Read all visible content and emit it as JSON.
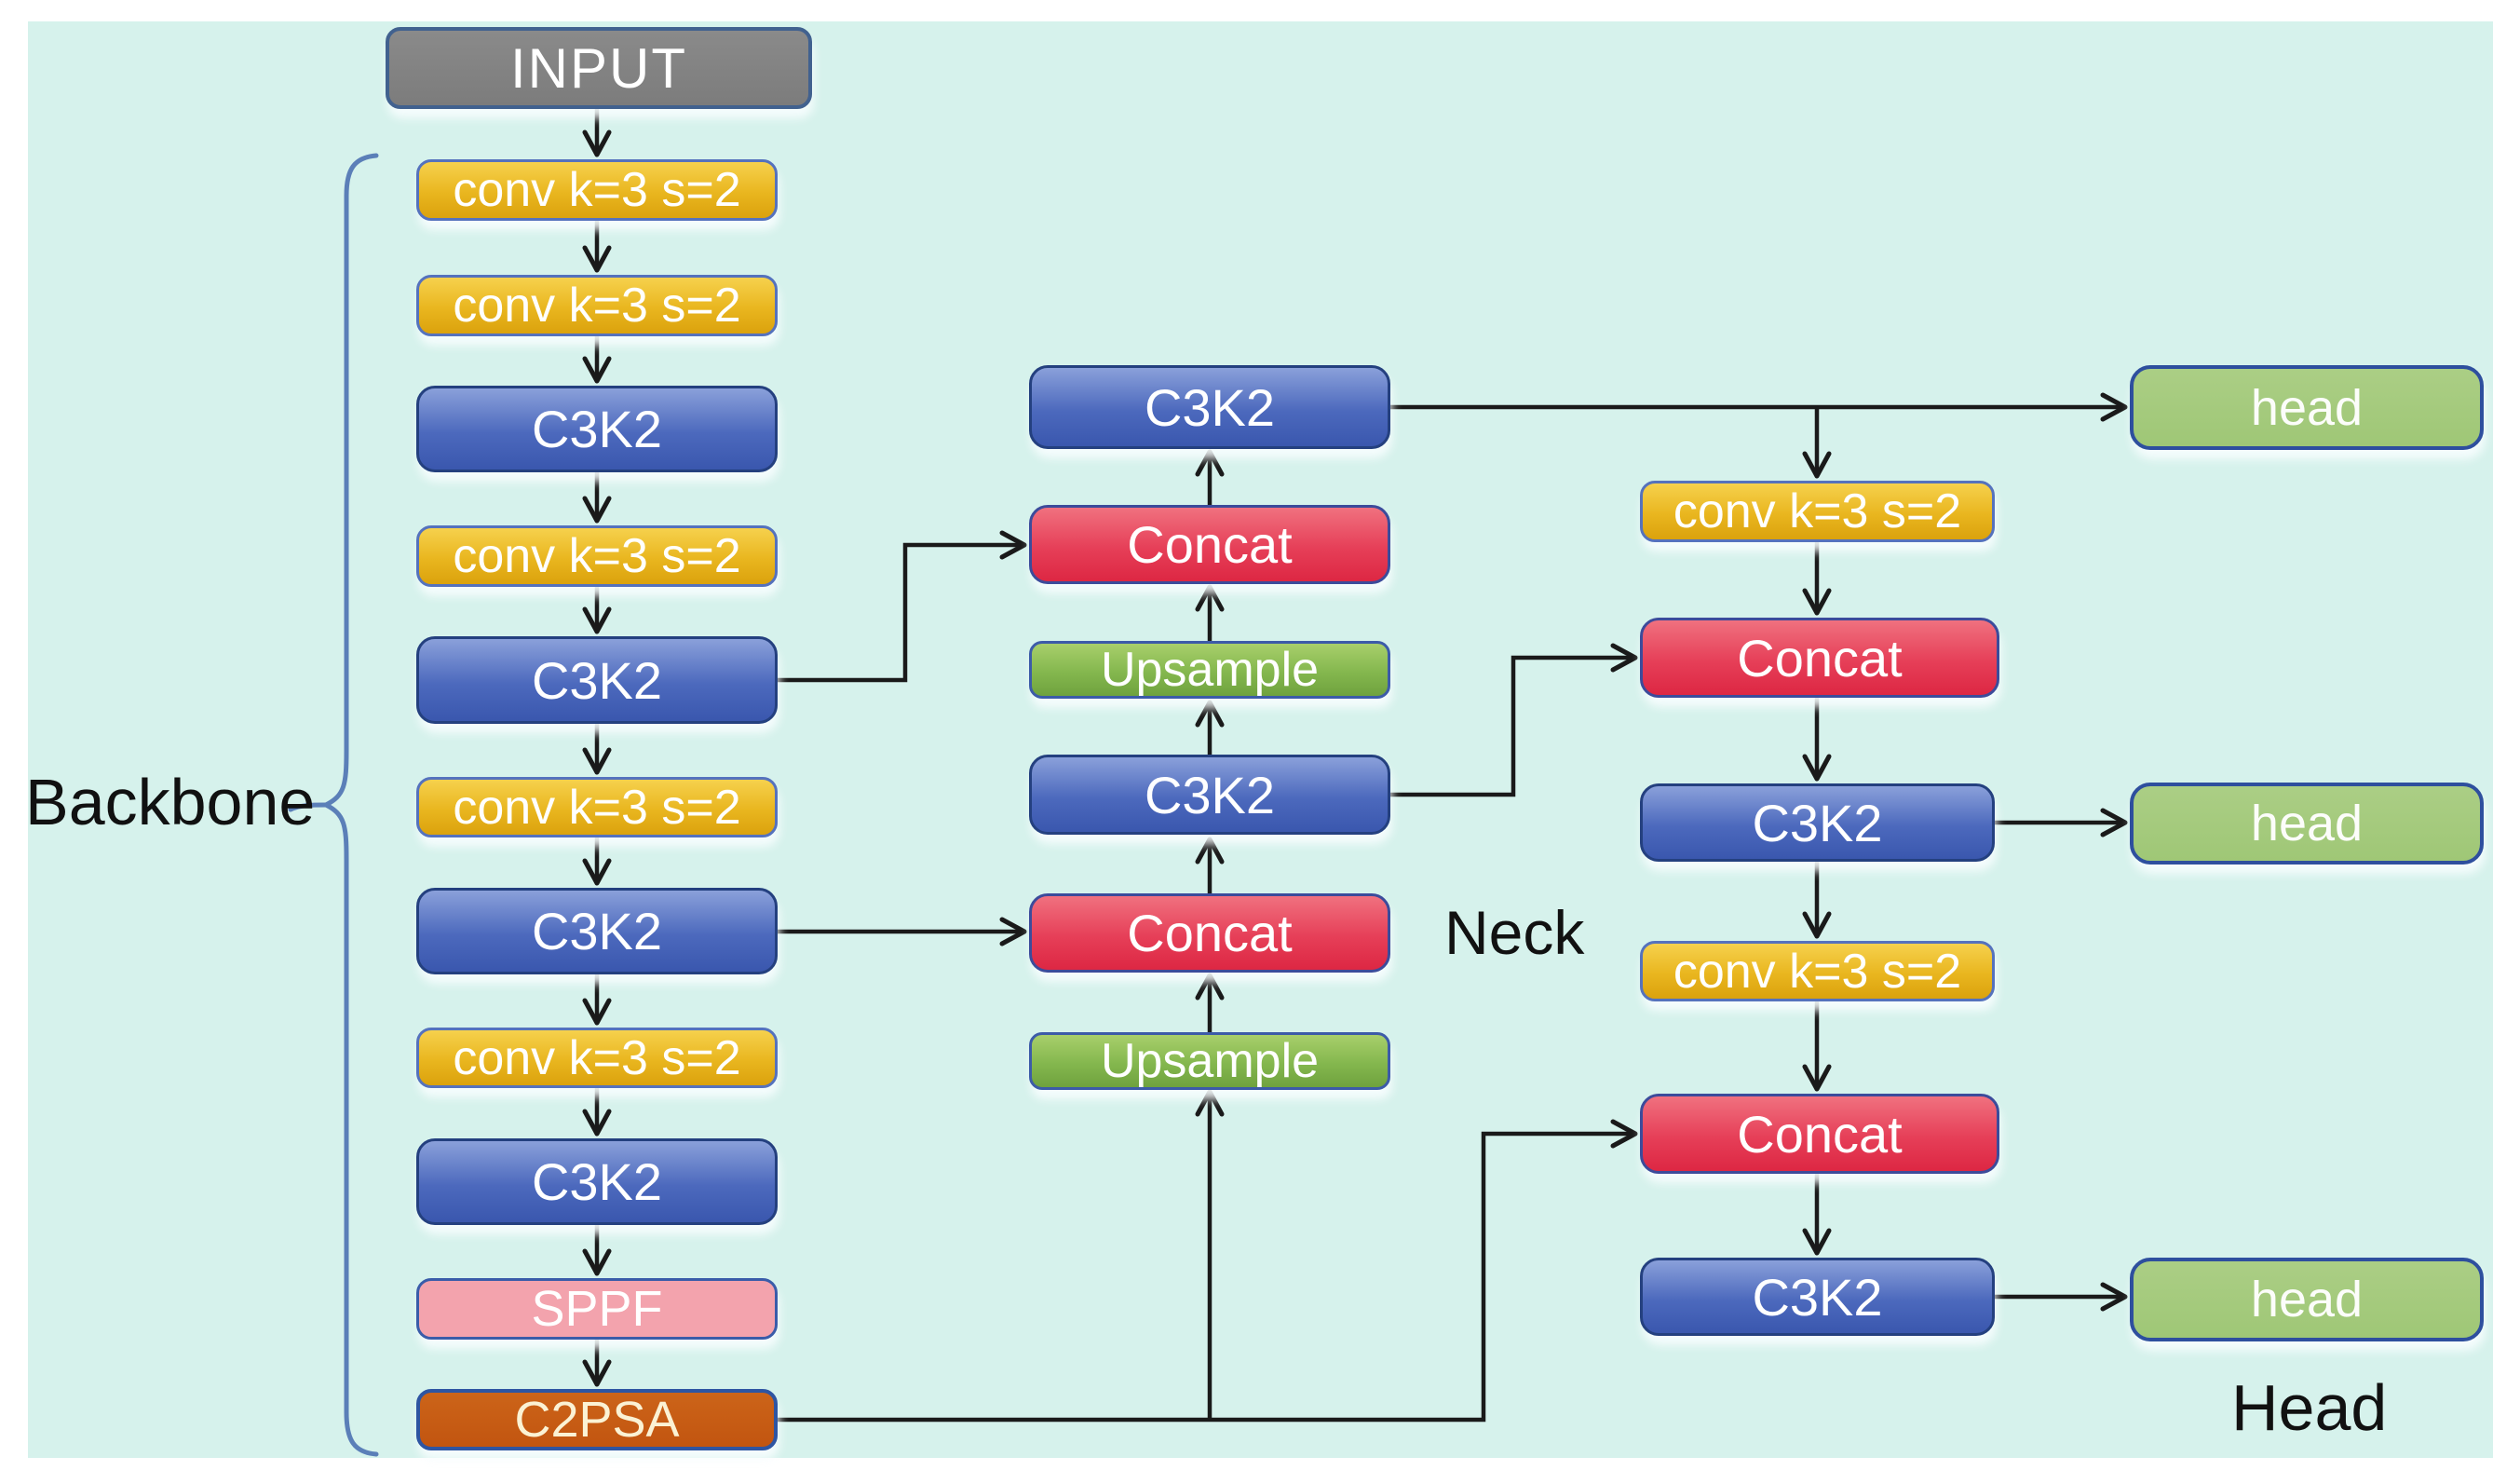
{
  "diagram": "YOLO architecture flowchart",
  "labels": {
    "backbone": "Backbone",
    "neck": "Neck",
    "head": "Head"
  },
  "nodes": [
    {
      "id": "input",
      "label": "INPUT",
      "role": "input"
    },
    {
      "id": "bconv1",
      "label": "conv k=3 s=2",
      "role": "conv"
    },
    {
      "id": "bconv2",
      "label": "conv k=3 s=2",
      "role": "conv"
    },
    {
      "id": "bc3k2a",
      "label": "C3K2",
      "role": "c3k2"
    },
    {
      "id": "bconv3",
      "label": "conv k=3 s=2",
      "role": "conv"
    },
    {
      "id": "bc3k2b",
      "label": "C3K2",
      "role": "c3k2"
    },
    {
      "id": "bconv4",
      "label": "conv k=3 s=2",
      "role": "conv"
    },
    {
      "id": "bc3k2c",
      "label": "C3K2",
      "role": "c3k2"
    },
    {
      "id": "bconv5",
      "label": "conv k=3 s=2",
      "role": "conv"
    },
    {
      "id": "bc3k2d",
      "label": "C3K2",
      "role": "c3k2"
    },
    {
      "id": "sppf",
      "label": "SPPF",
      "role": "sppf"
    },
    {
      "id": "c2psa",
      "label": "C2PSA",
      "role": "c2psa"
    },
    {
      "id": "mc3k2a",
      "label": "C3K2",
      "role": "c3k2"
    },
    {
      "id": "mconcat1",
      "label": "Concat",
      "role": "concat"
    },
    {
      "id": "mup1",
      "label": "Upsample",
      "role": "upsample"
    },
    {
      "id": "mc3k2b",
      "label": "C3K2",
      "role": "c3k2"
    },
    {
      "id": "mconcat2",
      "label": "Concat",
      "role": "concat"
    },
    {
      "id": "mup2",
      "label": "Upsample",
      "role": "upsample"
    },
    {
      "id": "rconv1",
      "label": "conv k=3 s=2",
      "role": "conv"
    },
    {
      "id": "rconcat1",
      "label": "Concat",
      "role": "concat"
    },
    {
      "id": "rc3k2a",
      "label": "C3K2",
      "role": "c3k2"
    },
    {
      "id": "rconv2",
      "label": "conv k=3 s=2",
      "role": "conv"
    },
    {
      "id": "rconcat2",
      "label": "Concat",
      "role": "concat"
    },
    {
      "id": "rc3k2b",
      "label": "C3K2",
      "role": "c3k2"
    },
    {
      "id": "head1",
      "label": "head",
      "role": "head"
    },
    {
      "id": "head2",
      "label": "head",
      "role": "head"
    },
    {
      "id": "head3",
      "label": "head",
      "role": "head"
    }
  ],
  "colors": {
    "background": "#ffffff",
    "canvas": "#d6f2ec",
    "arrow": "#1a1a1a",
    "brace": "#5b7fb8",
    "label_text": "#111111",
    "node_text": "#ffffff",
    "c2psa_text": "#fbf2d4",
    "roles": {
      "input": {
        "top": "#8a8a8a",
        "bottom": "#7c7c7c",
        "border": "#41618f"
      },
      "conv": {
        "top": "#f6d14d",
        "bottom": "#dba20d",
        "border": "#5572bd"
      },
      "c3k2": {
        "top": "#8aa0da",
        "bottom": "#3a57ae",
        "border": "#24407f"
      },
      "concat": {
        "top": "#f0717f",
        "bottom": "#dd2743",
        "border": "#3c4b9b"
      },
      "upsample": {
        "top": "#a8cf6b",
        "bottom": "#6fa23e",
        "border": "#3c5ba8"
      },
      "sppf": {
        "top": "#f3a3ad",
        "bottom": "#f3a3ad",
        "border": "#3a5ca9"
      },
      "c2psa": {
        "top": "#cc6419",
        "bottom": "#c25510",
        "border": "#2e55a2"
      },
      "head": {
        "top": "#abce85",
        "bottom": "#9fc776",
        "border": "#2e4f9e"
      }
    }
  }
}
